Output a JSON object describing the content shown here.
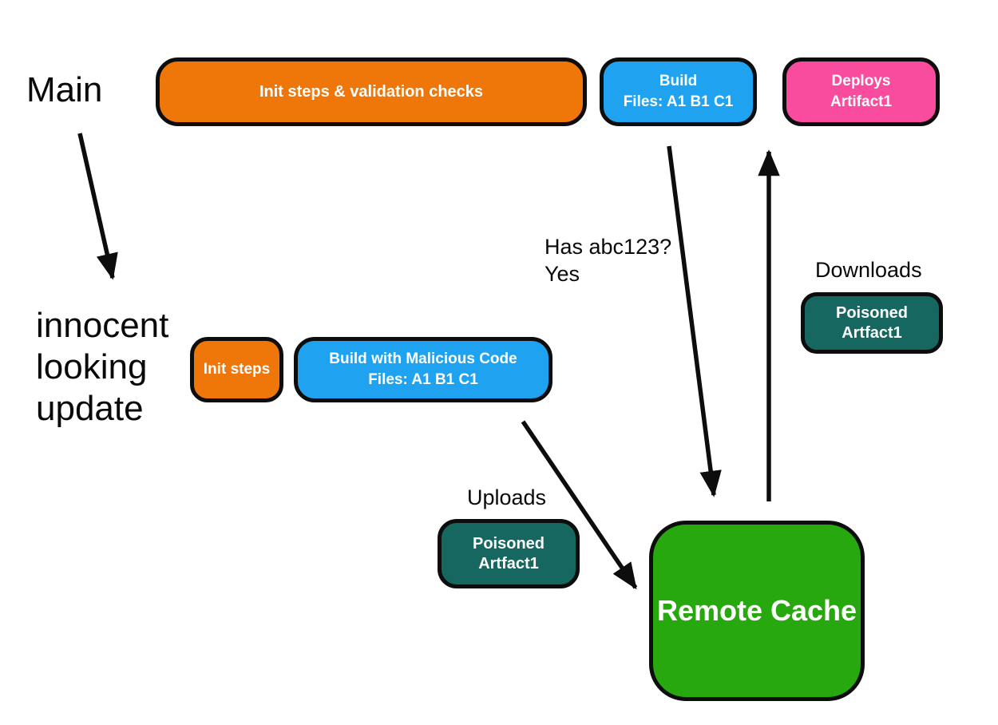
{
  "colors": {
    "orange": "#EF7609",
    "blue": "#1FA3F0",
    "pink": "#F94C9E",
    "teal": "#156760",
    "green": "#26A80E",
    "line": "#0d0d0d"
  },
  "nodes": {
    "init_validation": {
      "label": "Init steps & validation checks",
      "color": "orange"
    },
    "build_top": {
      "label": "Build\nFiles: A1 B1 C1",
      "color": "blue"
    },
    "deploys": {
      "label": "Deploys\nArtifact1",
      "color": "pink"
    },
    "init_steps": {
      "label": "Init steps",
      "color": "orange"
    },
    "build_malicious": {
      "label": "Build with Malicious Code\nFiles: A1 B1 C1",
      "color": "blue"
    },
    "poisoned_right": {
      "label": "Poisoned\nArtfact1",
      "color": "teal"
    },
    "poisoned_left": {
      "label": "Poisoned\nArtfact1",
      "color": "teal"
    },
    "remote_cache": {
      "label": "Remote Cache",
      "color": "green"
    }
  },
  "annotations": {
    "main": "Main",
    "innocent_update": "innocent\nlooking\nupdate",
    "has_abc123": "Has abc123?\nYes",
    "downloads": "Downloads",
    "uploads": "Uploads"
  }
}
